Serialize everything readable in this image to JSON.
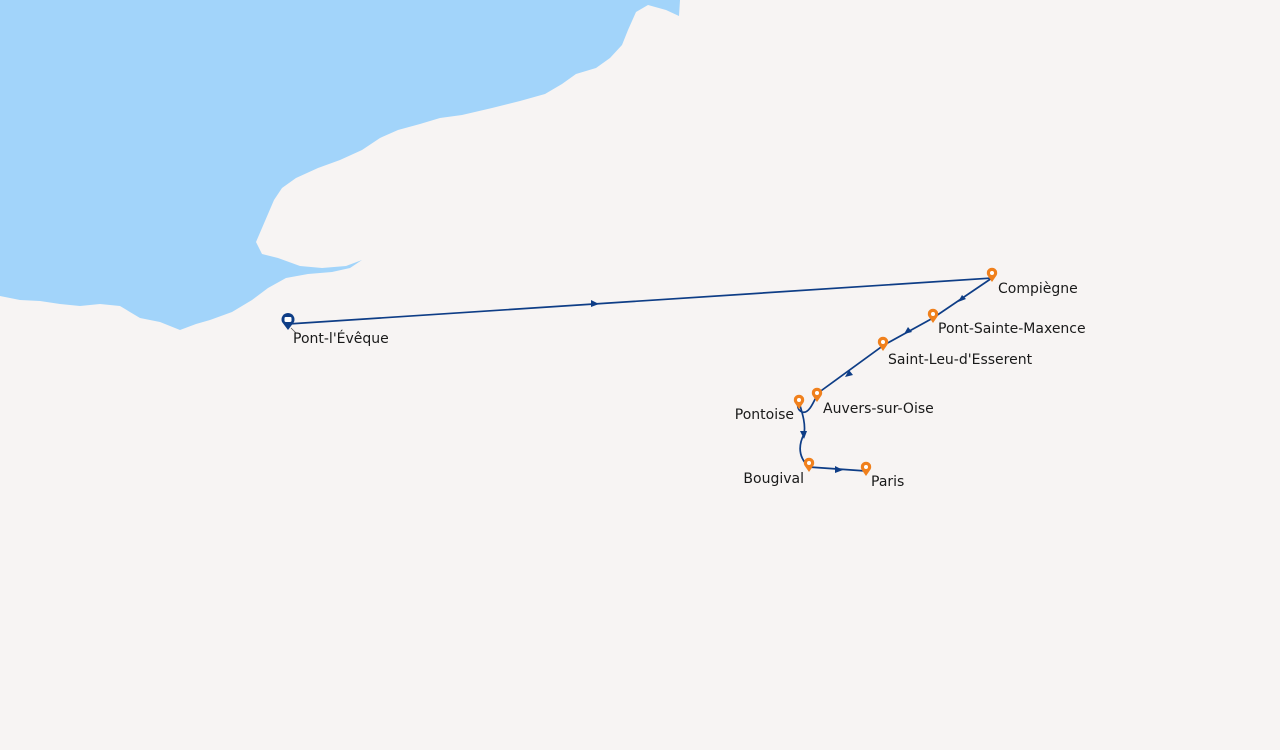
{
  "colors": {
    "sea": "#a2d4fa",
    "land": "#f7f4f3",
    "route": "#0e3d86",
    "stop_marker": "#f0801c",
    "start_marker": "#0e3d86"
  },
  "route": {
    "start": "Pont-l'Évêque",
    "stops": [
      "Compiègne",
      "Pont-Sainte-Maxence",
      "Saint-Leu-d'Esserent",
      "Auvers-sur-Oise",
      "Pontoise",
      "Bougival",
      "Paris"
    ]
  }
}
